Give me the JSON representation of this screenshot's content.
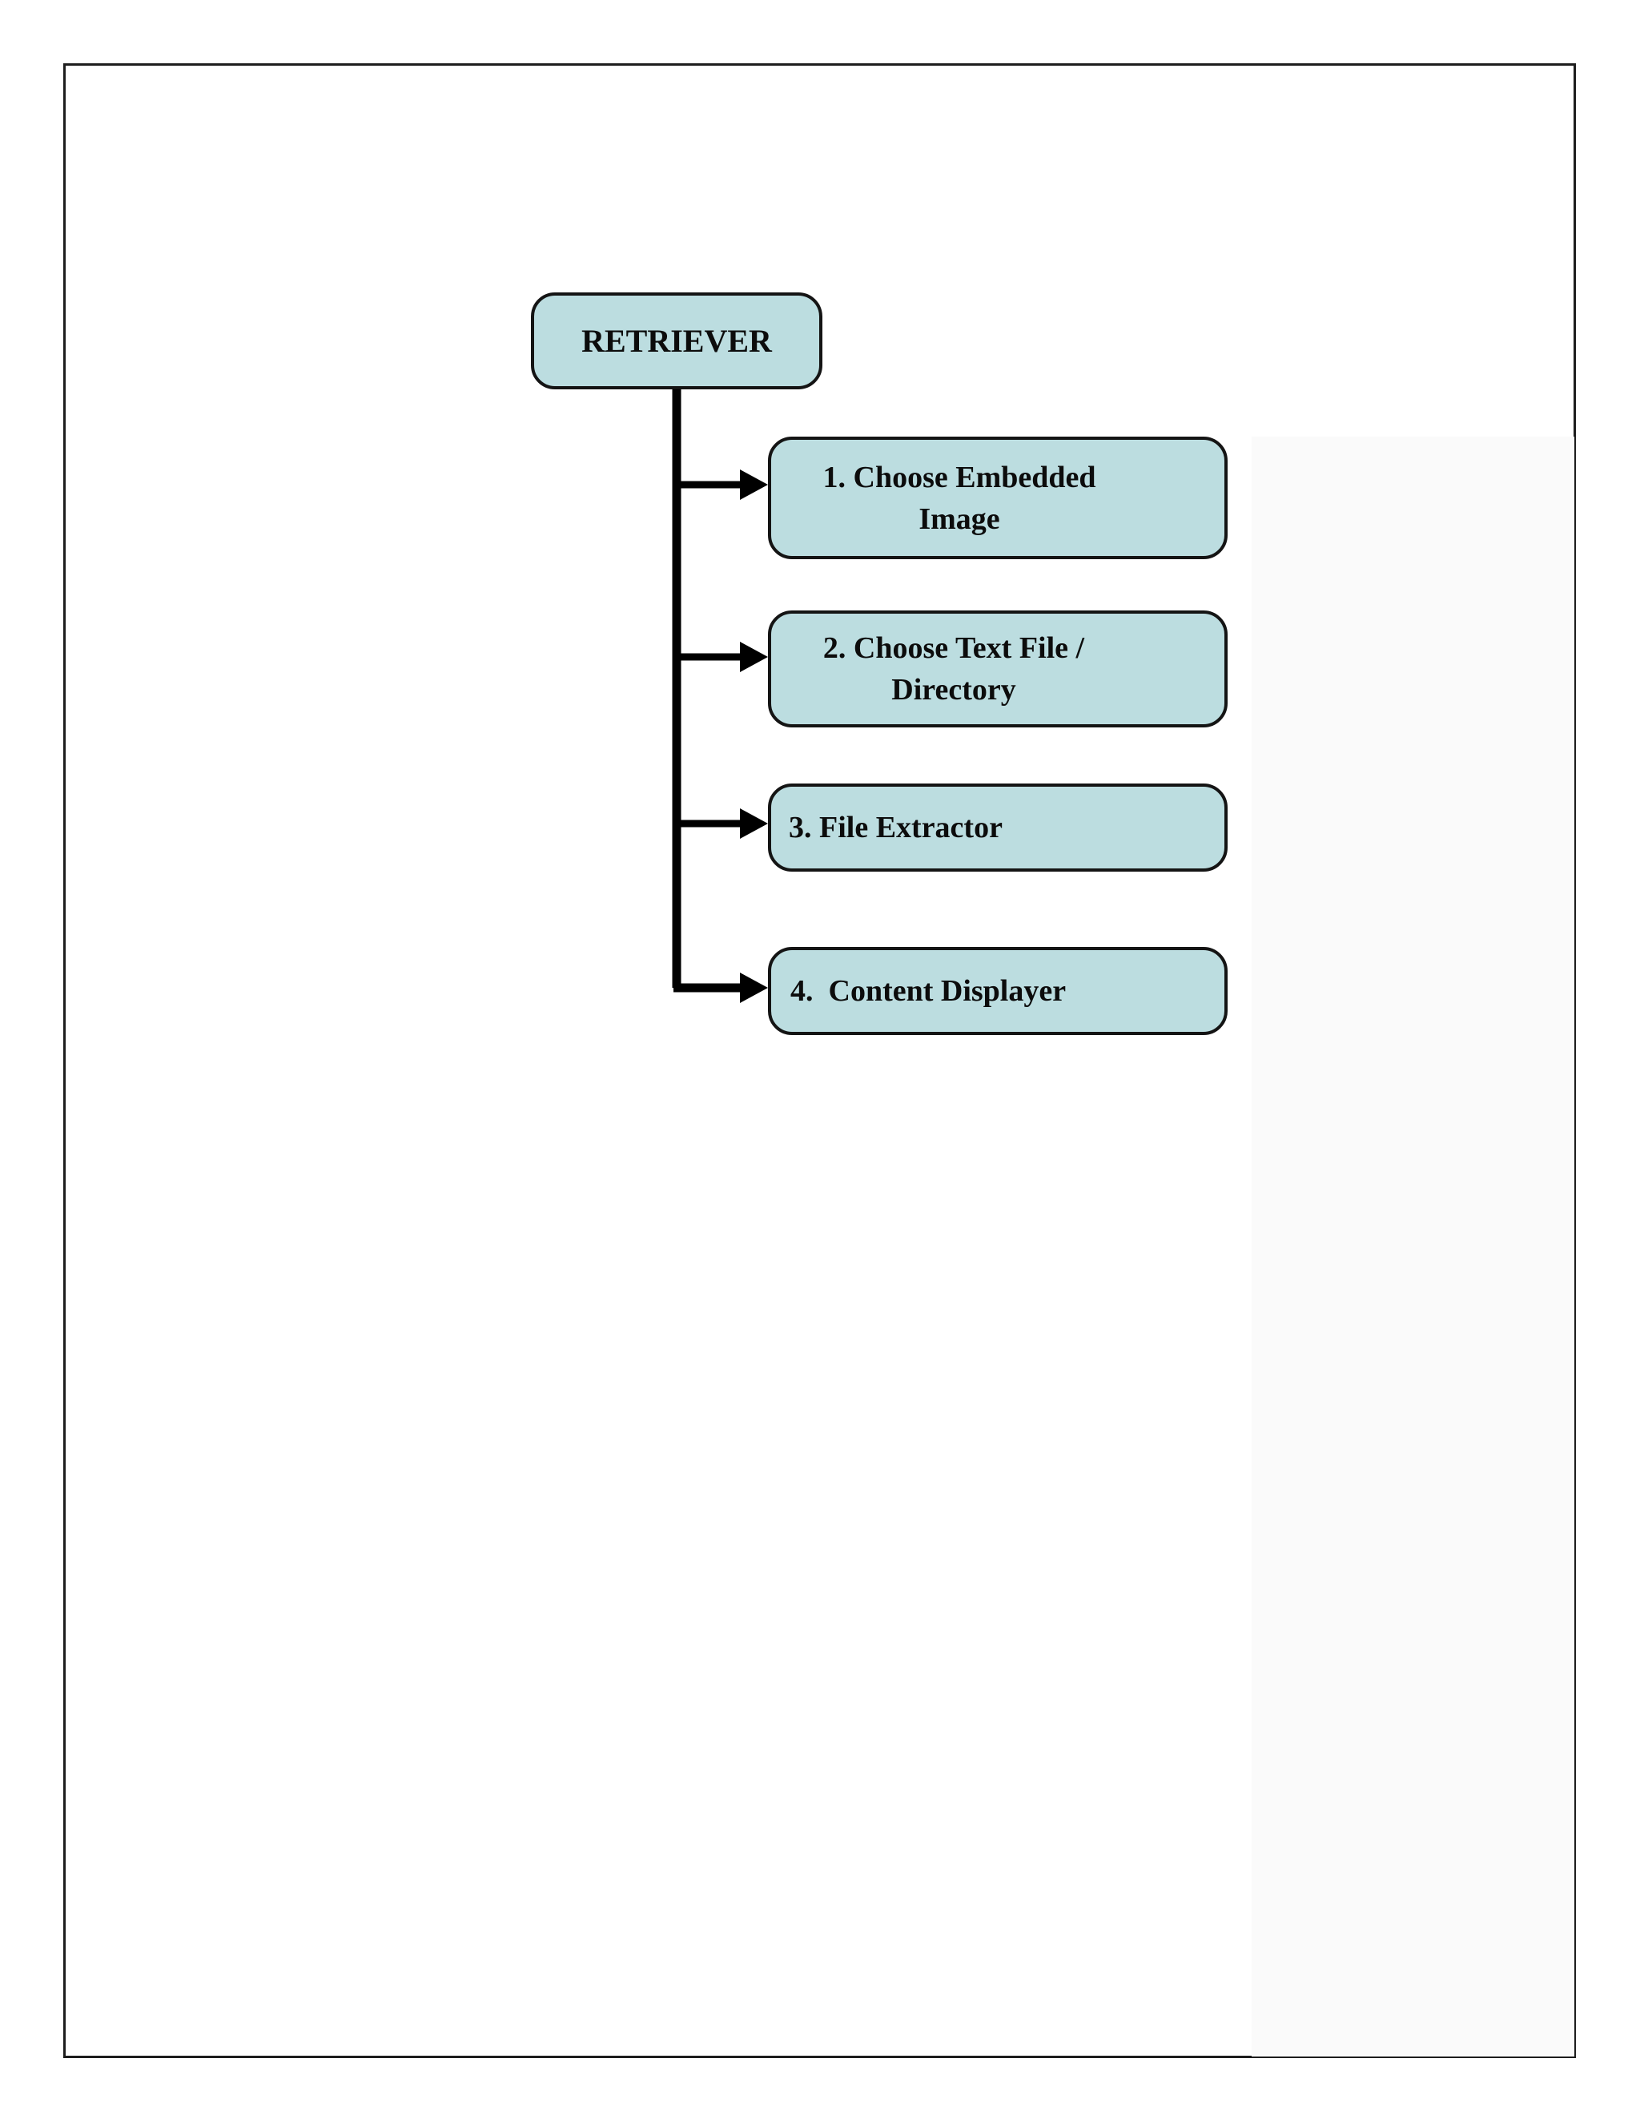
{
  "page": {
    "background": "#ffffff",
    "border_color": "#1d1d1d"
  },
  "diagram": {
    "node_fill": "#bcdde0",
    "node_border": "#141414",
    "connector_color": "#000000",
    "root": {
      "label": "RETRIEVER"
    },
    "children": [
      {
        "label": "1. Choose Embedded\nImage"
      },
      {
        "label": "2. Choose Text File /\nDirectory"
      },
      {
        "label": "3. File Extractor"
      },
      {
        "label": "4.  Content Displayer"
      }
    ]
  }
}
